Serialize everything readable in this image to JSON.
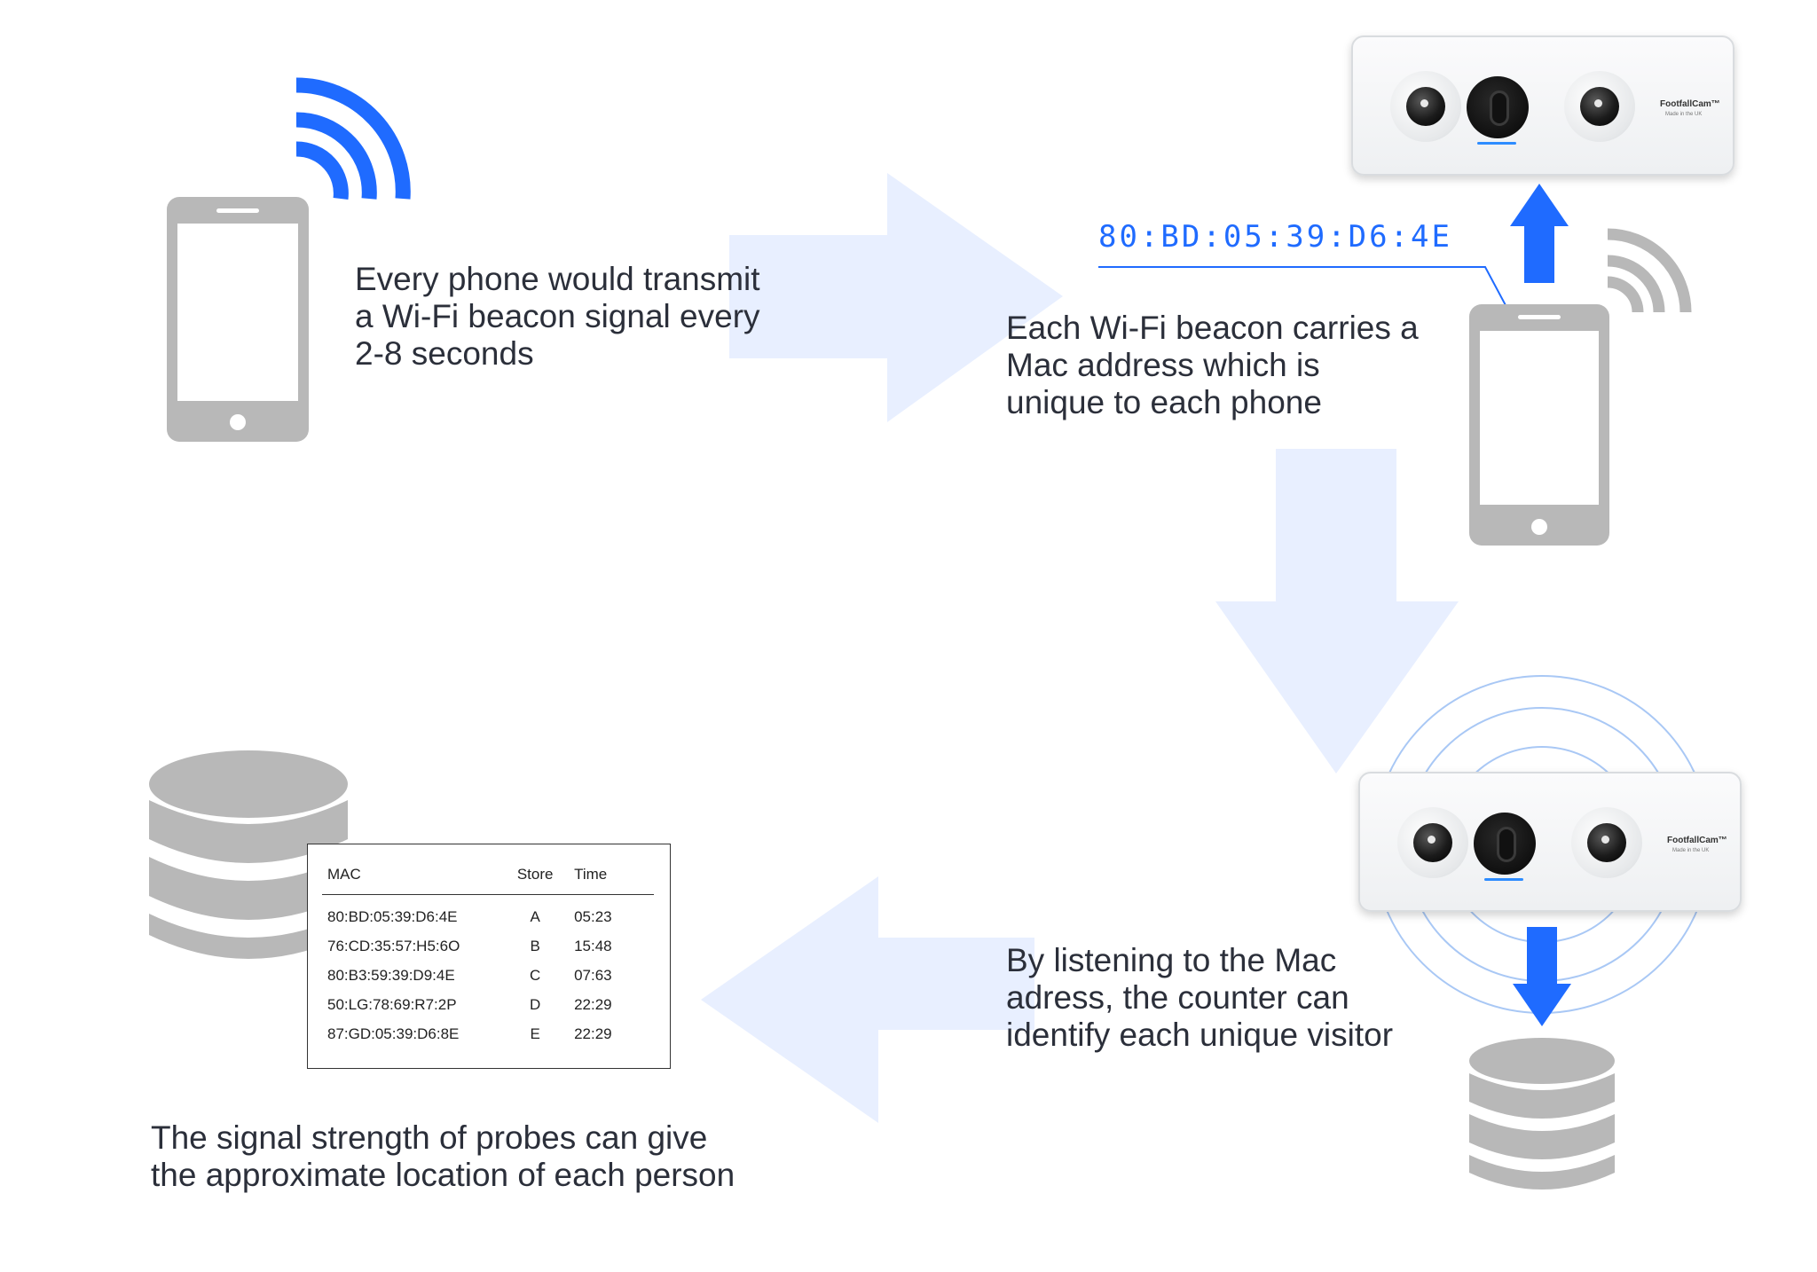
{
  "captions": {
    "step1": [
      "Every phone would transmit",
      "a Wi-Fi beacon signal every",
      "2-8 seconds"
    ],
    "step2": [
      "Each Wi-Fi beacon carries a",
      "Mac address which is",
      "unique to each phone"
    ],
    "step3": [
      "By listening to the Mac",
      "adress, the counter can",
      "identify each unique visitor"
    ],
    "step4": [
      "The signal strength of probes can give",
      "the approximate location of each person"
    ]
  },
  "mac_readout": "80:BD:05:39:D6:4E",
  "device": {
    "brand": "FootfallCam™",
    "brand_sub": "Made in the UK"
  },
  "table": {
    "headers": [
      "MAC",
      "Store",
      "Time"
    ],
    "rows": [
      [
        "80:BD:05:39:D6:4E",
        "A",
        "05:23"
      ],
      [
        "76:CD:35:57:H5:6O",
        "B",
        "15:48"
      ],
      [
        "80:B3:59:39:D9:4E",
        "C",
        "07:63"
      ],
      [
        "50:LG:78:69:R7:2P",
        "D",
        "22:29"
      ],
      [
        "87:GD:05:39:D6:8E",
        "E",
        "22:29"
      ]
    ]
  },
  "colors": {
    "accent_blue": "#1f6bff",
    "pale_arrow": "#e8efff",
    "icon_grey": "#b8b8b8",
    "text": "#2b2f3a"
  },
  "icons": [
    "smartphone-icon",
    "wifi-signal-icon",
    "arrow-right",
    "arrow-down",
    "arrow-left",
    "arrow-up",
    "database-icon",
    "footfall-counter-device",
    "radio-waves"
  ]
}
